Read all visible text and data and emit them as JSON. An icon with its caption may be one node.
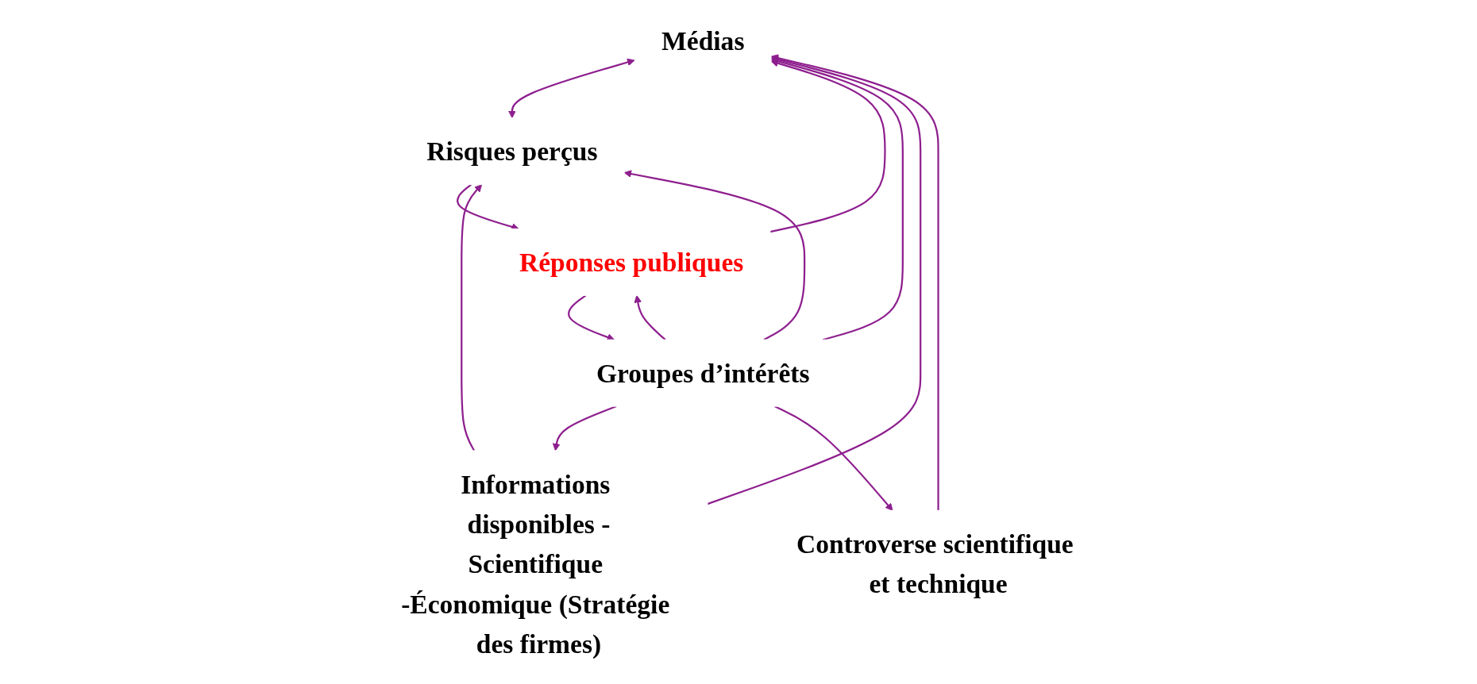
{
  "diagram": {
    "nodes": [
      {
        "text": [
          "Médias"
        ]
      },
      {
        "text": [
          "Informations disponibles -Scientifique -Économique (Stratégie des firmes)"
        ]
      },
      {
        "text": [
          "Controverse scientifique et technique"
        ]
      },
      {
        "text": [
          "Groupes d’intérêts"
        ]
      },
      {
        "text": [
          "Risques perçus"
        ]
      },
      {
        "text": [
          "Réponses publiques"
        ]
      }
    ],
    "edges": [
      {
        "from": 1,
        "to": 0,
        "arrow": "to"
      },
      {
        "from": 2,
        "to": 0,
        "arrow": "to"
      },
      {
        "from": 5,
        "to": 0,
        "arrow": "to"
      },
      {
        "from": 0,
        "to": 4,
        "arrow": "both"
      },
      {
        "from": 3,
        "to": 0,
        "arrow": "to"
      },
      {
        "from": 3,
        "to": 1,
        "arrow": "to"
      },
      {
        "from": 3,
        "to": 2,
        "arrow": "to"
      },
      {
        "from": 3,
        "to": 4,
        "arrow": "to"
      },
      {
        "from": 3,
        "to": 5,
        "arrow": "to"
      },
      {
        "from": 1,
        "to": 4,
        "arrow": "to"
      },
      {
        "from": 4,
        "to": 5,
        "arrow": "to"
      },
      {
        "from": 5,
        "to": 3,
        "arrow": "to"
      }
    ]
  }
}
